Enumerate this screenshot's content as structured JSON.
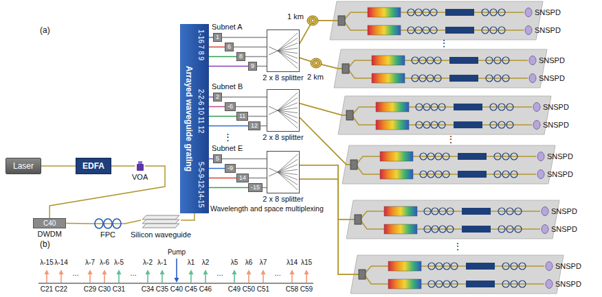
{
  "diagram": {
    "nodes": [
      {
        "text": [
          "Laser"
        ]
      },
      {
        "text": [
          "EDFA"
        ]
      },
      {
        "text": [
          "VOA"
        ]
      },
      {
        "text": [
          "C40",
          "DWDM"
        ]
      },
      {
        "text": [
          "FPC"
        ]
      },
      {
        "text": [
          "Silicon waveguide"
        ]
      },
      {
        "text": [
          "1-16 7 8 9",
          "2-2-6 10 11 12",
          "Arrayed waveguide grating",
          "5-5-9-12-14-15"
        ]
      },
      {
        "text": [
          "1"
        ]
      },
      {
        "text": [
          "6"
        ]
      },
      {
        "text": [
          "8"
        ]
      },
      {
        "text": [
          "9"
        ]
      },
      {
        "text": [
          "2 x 8 splitter"
        ]
      },
      {
        "text": [
          "2"
        ]
      },
      {
        "text": [
          "-6"
        ]
      },
      {
        "text": [
          "11"
        ]
      },
      {
        "text": [
          "12"
        ]
      },
      {
        "text": [
          "2 x 8 splitter"
        ]
      },
      {
        "text": [
          "5"
        ]
      },
      {
        "text": [
          "-9"
        ]
      },
      {
        "text": [
          "14"
        ]
      },
      {
        "text": [
          "-15"
        ]
      },
      {
        "text": [
          "2 x 8 splitter"
        ]
      },
      {
        "text": [
          "SNSPD"
        ]
      },
      {
        "text": [
          "SNSPD"
        ]
      },
      {
        "text": [
          "SNSPD"
        ]
      },
      {
        "text": [
          "SNSPD"
        ]
      },
      {
        "text": [
          "SNSPD"
        ]
      },
      {
        "text": [
          "SNSPD"
        ]
      },
      {
        "text": [
          "SNSPD"
        ]
      },
      {
        "text": [
          "SNSPD"
        ]
      },
      {
        "text": [
          "SNSPD"
        ]
      },
      {
        "text": [
          "SNSPD"
        ]
      },
      {
        "text": [
          "SNSPD"
        ]
      },
      {
        "text": [
          "SNSPD"
        ]
      }
    ],
    "edges": [
      {
        "from": 0,
        "to": 1,
        "arrow": "none"
      },
      {
        "from": 1,
        "to": 2,
        "arrow": "none"
      },
      {
        "from": 2,
        "to": 3,
        "arrow": "none"
      },
      {
        "from": 3,
        "to": 4,
        "arrow": "none"
      },
      {
        "from": 4,
        "to": 5,
        "arrow": "none"
      },
      {
        "from": 5,
        "to": 6,
        "arrow": "none"
      },
      {
        "from": 6,
        "to": 7,
        "arrow": "none"
      },
      {
        "from": 6,
        "to": 8,
        "arrow": "none"
      },
      {
        "from": 6,
        "to": 9,
        "arrow": "none"
      },
      {
        "from": 6,
        "to": 10,
        "arrow": "none"
      },
      {
        "from": 7,
        "to": 11,
        "arrow": "none"
      },
      {
        "from": 8,
        "to": 11,
        "arrow": "none"
      },
      {
        "from": 9,
        "to": 11,
        "arrow": "none"
      },
      {
        "from": 10,
        "to": 11,
        "arrow": "none"
      },
      {
        "from": 6,
        "to": 12,
        "arrow": "none"
      },
      {
        "from": 6,
        "to": 13,
        "arrow": "none"
      },
      {
        "from": 6,
        "to": 14,
        "arrow": "none"
      },
      {
        "from": 6,
        "to": 15,
        "arrow": "none"
      },
      {
        "from": 12,
        "to": 16,
        "arrow": "none"
      },
      {
        "from": 13,
        "to": 16,
        "arrow": "none"
      },
      {
        "from": 14,
        "to": 16,
        "arrow": "none"
      },
      {
        "from": 15,
        "to": 16,
        "arrow": "none"
      },
      {
        "from": 6,
        "to": 17,
        "arrow": "none"
      },
      {
        "from": 6,
        "to": 18,
        "arrow": "none"
      },
      {
        "from": 6,
        "to": 19,
        "arrow": "none"
      },
      {
        "from": 6,
        "to": 20,
        "arrow": "none"
      },
      {
        "from": 17,
        "to": 21,
        "arrow": "none"
      },
      {
        "from": 18,
        "to": 21,
        "arrow": "none"
      },
      {
        "from": 19,
        "to": 21,
        "arrow": "none"
      },
      {
        "from": 20,
        "to": 21,
        "arrow": "none"
      },
      {
        "from": 11,
        "to": 22,
        "arrow": "none"
      },
      {
        "from": 11,
        "to": 23,
        "arrow": "none"
      },
      {
        "from": 11,
        "to": 24,
        "arrow": "none"
      },
      {
        "from": 11,
        "to": 25,
        "arrow": "none"
      },
      {
        "from": 16,
        "to": 26,
        "arrow": "none"
      },
      {
        "from": 16,
        "to": 27,
        "arrow": "none"
      },
      {
        "from": 16,
        "to": 28,
        "arrow": "none"
      },
      {
        "from": 16,
        "to": 29,
        "arrow": "none"
      },
      {
        "from": 21,
        "to": 30,
        "arrow": "none"
      },
      {
        "from": 21,
        "to": 31,
        "arrow": "none"
      },
      {
        "from": 21,
        "to": 32,
        "arrow": "none"
      },
      {
        "from": 21,
        "to": 33,
        "arrow": "none"
      }
    ],
    "labels": [
      "(a)",
      "Subnet A",
      "1 km",
      "2 km",
      "Subnet B",
      "⋮",
      "Subnet E",
      "Wavelength and space multiplexing",
      "⋮",
      "⋮",
      "⋮",
      "(b)",
      "λ-15",
      "λ-14",
      "…",
      "λ-7",
      "λ-6",
      "λ-5",
      "…",
      "λ-2",
      "λ-1",
      "Pump",
      "λ1",
      "λ2",
      "…",
      "λ5",
      "λ6",
      "λ7",
      "…",
      "λ14",
      "λ15",
      "C21",
      "C22",
      "C29",
      "C30",
      "C31",
      "C34",
      "C35",
      "C40",
      "C45",
      "C46",
      "C49",
      "C50",
      "C51",
      "C58",
      "C59"
    ]
  }
}
